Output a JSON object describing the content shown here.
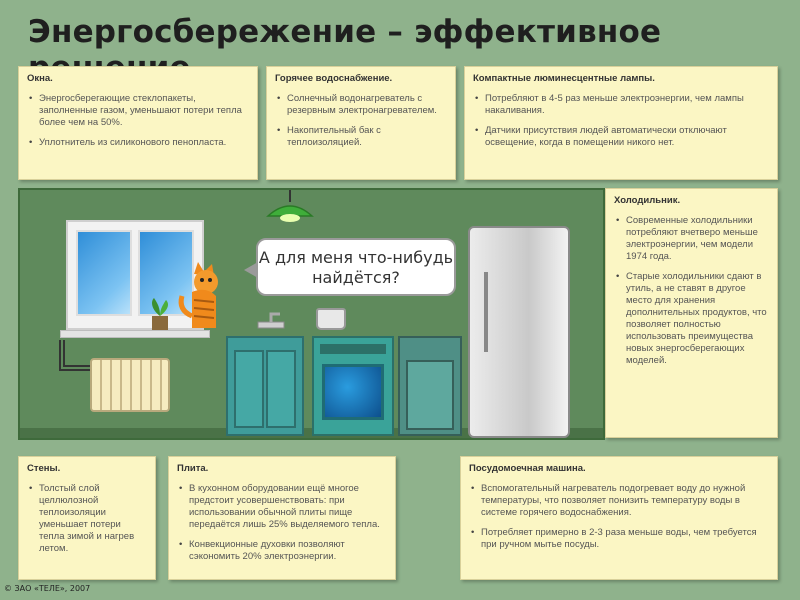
{
  "title": "Энергосбережение – эффективное решение",
  "cards": {
    "windows": {
      "heading": "Окна.",
      "items": [
        "Энергосберегающие стеклопакеты, заполненные газом, уменьшают потери тепла более чем на 50%.",
        "Уплотнитель из силиконового пенопласта."
      ]
    },
    "hotwater": {
      "heading": "Горячее водоснабжение.",
      "items": [
        "Солнечный водонагреватель с резервным электронагревателем.",
        "Накопительный бак с теплоизоляцией."
      ]
    },
    "lamps": {
      "heading": "Компактные люминесцентные лампы.",
      "items": [
        "Потребляют в 4-5 раз меньше электроэнергии, чем лампы накаливания.",
        "Датчики присутствия людей автоматически отключают освещение, когда в помещении никого нет."
      ]
    },
    "fridge": {
      "heading": "Холодильник.",
      "items": [
        "Современные холодильники потребляют вчетверо меньше электроэнергии, чем модели 1974 года.",
        "Старые холодильники сдают в утиль, а не ставят в другое место для хранения дополнительных продуктов, что позволяет полностью использовать преимущества новых энергосберегающих моделей."
      ]
    },
    "walls": {
      "heading": "Стены.",
      "items": [
        "Толстый слой целлюлозной теплоизоляции уменьшает потери тепла зимой и нагрев летом."
      ]
    },
    "stove": {
      "heading": "Плита.",
      "items": [
        "В кухонном оборудовании ещё многое предстоит усовершенствовать: при использовании обычной плиты пище передаётся лишь 25% выделяемого тепла.",
        "Конвекционные духовки позволяют сэкономить 20% электроэнергии."
      ]
    },
    "dishwasher": {
      "heading": "Посудомоечная машина.",
      "items": [
        "Вспомогательный нагреватель подогревает воду до нужной температуры, что позволяет понизить температуру воды в системе горячего водоснабжения.",
        "Потребляет примерно в 2-3 раза меньше воды, чем требуется при ручном мытье посуды."
      ]
    }
  },
  "speech_bubble": "А для меня что-нибудь найдётся?",
  "copyright": "© ЗАО «ТЕЛЕ», 2007",
  "colors": {
    "background": "#8fb28c",
    "card": "#fbf6c4",
    "kitchen_wall": "#5f8a5c"
  }
}
